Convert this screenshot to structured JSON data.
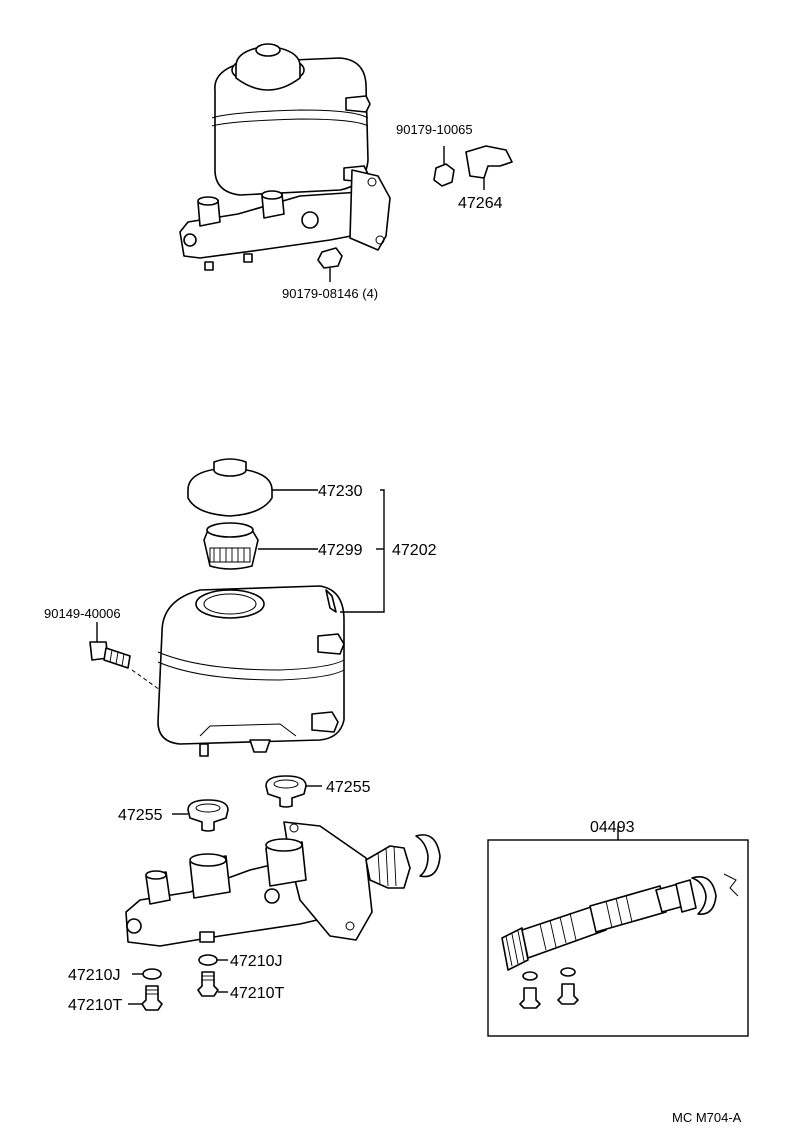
{
  "diagram": {
    "labels": {
      "nut_top": "90179-10065",
      "bracket": "47264",
      "nut_bottom": "90179-08146 (4)",
      "cap": "47230",
      "strainer": "47299",
      "reservoir_assy": "47202",
      "bolt": "90149-40006",
      "grommet_right": "47255",
      "grommet_left": "47255",
      "kit": "04493",
      "gasket_left": "47210J",
      "gasket_right": "47210J",
      "plug_left": "47210T",
      "plug_right": "47210T",
      "figure_code": "MC M704-A"
    }
  }
}
